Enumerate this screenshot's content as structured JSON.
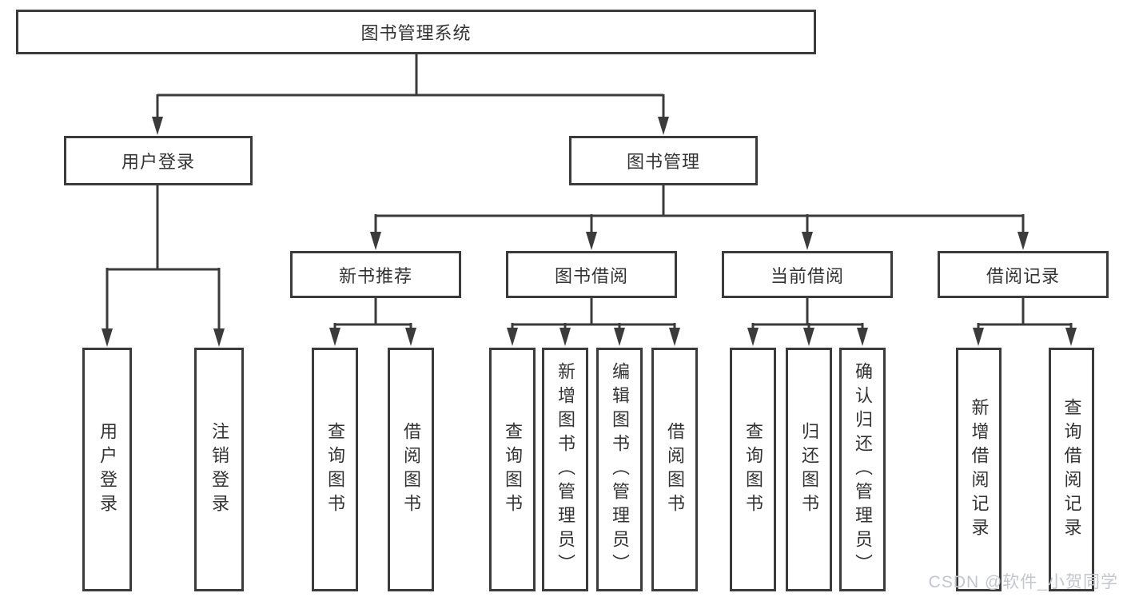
{
  "diagram": {
    "type": "tree",
    "root": {
      "label": "图书管理系统",
      "children": [
        {
          "label": "用户登录",
          "children": [
            {
              "label": "用户登录"
            },
            {
              "label": "注销登录"
            }
          ]
        },
        {
          "label": "图书管理",
          "children": [
            {
              "label": "新书推荐",
              "children": [
                {
                  "label": "查询图书"
                },
                {
                  "label": "借阅图书"
                }
              ]
            },
            {
              "label": "图书借阅",
              "children": [
                {
                  "label": "查询图书"
                },
                {
                  "label": "新增图书（管理员）"
                },
                {
                  "label": "编辑图书（管理员）"
                },
                {
                  "label": "借阅图书"
                }
              ]
            },
            {
              "label": "当前借阅",
              "children": [
                {
                  "label": "查询图书"
                },
                {
                  "label": "归还图书"
                },
                {
                  "label": "确认归还（管理员）"
                }
              ]
            },
            {
              "label": "借阅记录",
              "children": [
                {
                  "label": "新增借阅记录"
                },
                {
                  "label": "查询借阅记录"
                }
              ]
            }
          ]
        }
      ]
    }
  },
  "watermark": "CSDN @软件_小贺同学",
  "colors": {
    "line": "#3b3b3b",
    "text": "#333333",
    "watermark": "#c3c6cc",
    "background": "#ffffff"
  }
}
